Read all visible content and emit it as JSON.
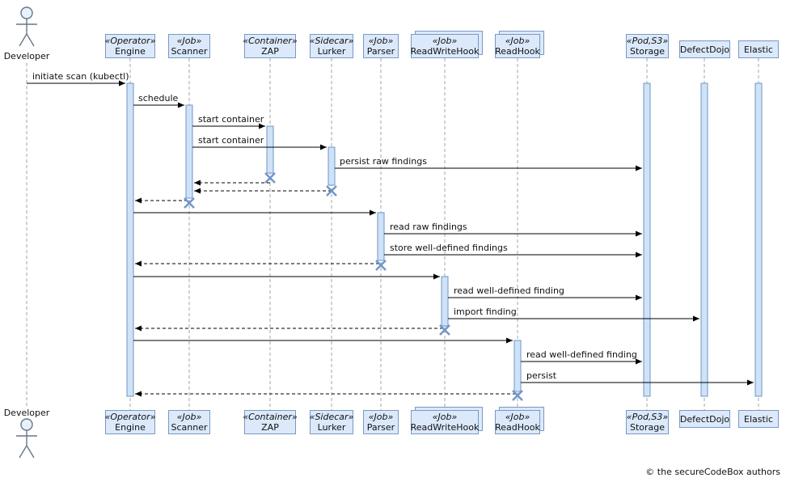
{
  "diagram": {
    "type": "uml-sequence",
    "copyright": "© the secureCodeBox authors"
  },
  "actors": {
    "developer": {
      "label": "Developer"
    }
  },
  "participants": [
    {
      "id": "engine",
      "stereotype": "«Operator»",
      "name": "Engine"
    },
    {
      "id": "scanner",
      "stereotype": "«Job»",
      "name": "Scanner"
    },
    {
      "id": "zap",
      "stereotype": "«Container»",
      "name": "ZAP"
    },
    {
      "id": "lurker",
      "stereotype": "«Sidecar»",
      "name": "Lurker"
    },
    {
      "id": "parser",
      "stereotype": "«Job»",
      "name": "Parser"
    },
    {
      "id": "readwritehook",
      "stereotype": "«Job»",
      "name": "ReadWriteHook",
      "multi_instance": true
    },
    {
      "id": "readhook",
      "stereotype": "«Job»",
      "name": "ReadHook",
      "multi_instance": true
    },
    {
      "id": "storage",
      "stereotype": "«Pod,S3»",
      "name": "Storage"
    },
    {
      "id": "defectdojo",
      "stereotype": "",
      "name": "DefectDojo"
    },
    {
      "id": "elastic",
      "stereotype": "",
      "name": "Elastic"
    }
  ],
  "messages": [
    {
      "from": "developer",
      "to": "engine",
      "label": "initiate scan (kubectl)",
      "style": "solid"
    },
    {
      "from": "engine",
      "to": "scanner",
      "label": "schedule",
      "style": "solid"
    },
    {
      "from": "scanner",
      "to": "zap",
      "label": "start container",
      "style": "solid"
    },
    {
      "from": "scanner",
      "to": "lurker",
      "label": "start container",
      "style": "solid"
    },
    {
      "from": "lurker",
      "to": "storage",
      "label": "persist raw findings",
      "style": "solid"
    },
    {
      "from": "parser",
      "to": "storage",
      "label": "read raw findings",
      "style": "solid"
    },
    {
      "from": "parser",
      "to": "storage",
      "label": "store well-defined findings",
      "style": "solid"
    },
    {
      "from": "readwritehook",
      "to": "storage",
      "label": "read well-defined finding",
      "style": "solid"
    },
    {
      "from": "readwritehook",
      "to": "defectdojo",
      "label": "import finding",
      "style": "solid"
    },
    {
      "from": "readhook",
      "to": "storage",
      "label": "read well-defined finding",
      "style": "solid"
    },
    {
      "from": "readhook",
      "to": "elastic",
      "label": "persist",
      "style": "solid"
    }
  ],
  "colors": {
    "box_fill": "#dbe9fb",
    "box_border": "#7a99c2",
    "activation_fill": "#cfe2f7",
    "activation_border": "#6f96c4",
    "destroy_x": "#7396c8",
    "lifeline": "#9aa7b8",
    "arrow": "#000000"
  }
}
